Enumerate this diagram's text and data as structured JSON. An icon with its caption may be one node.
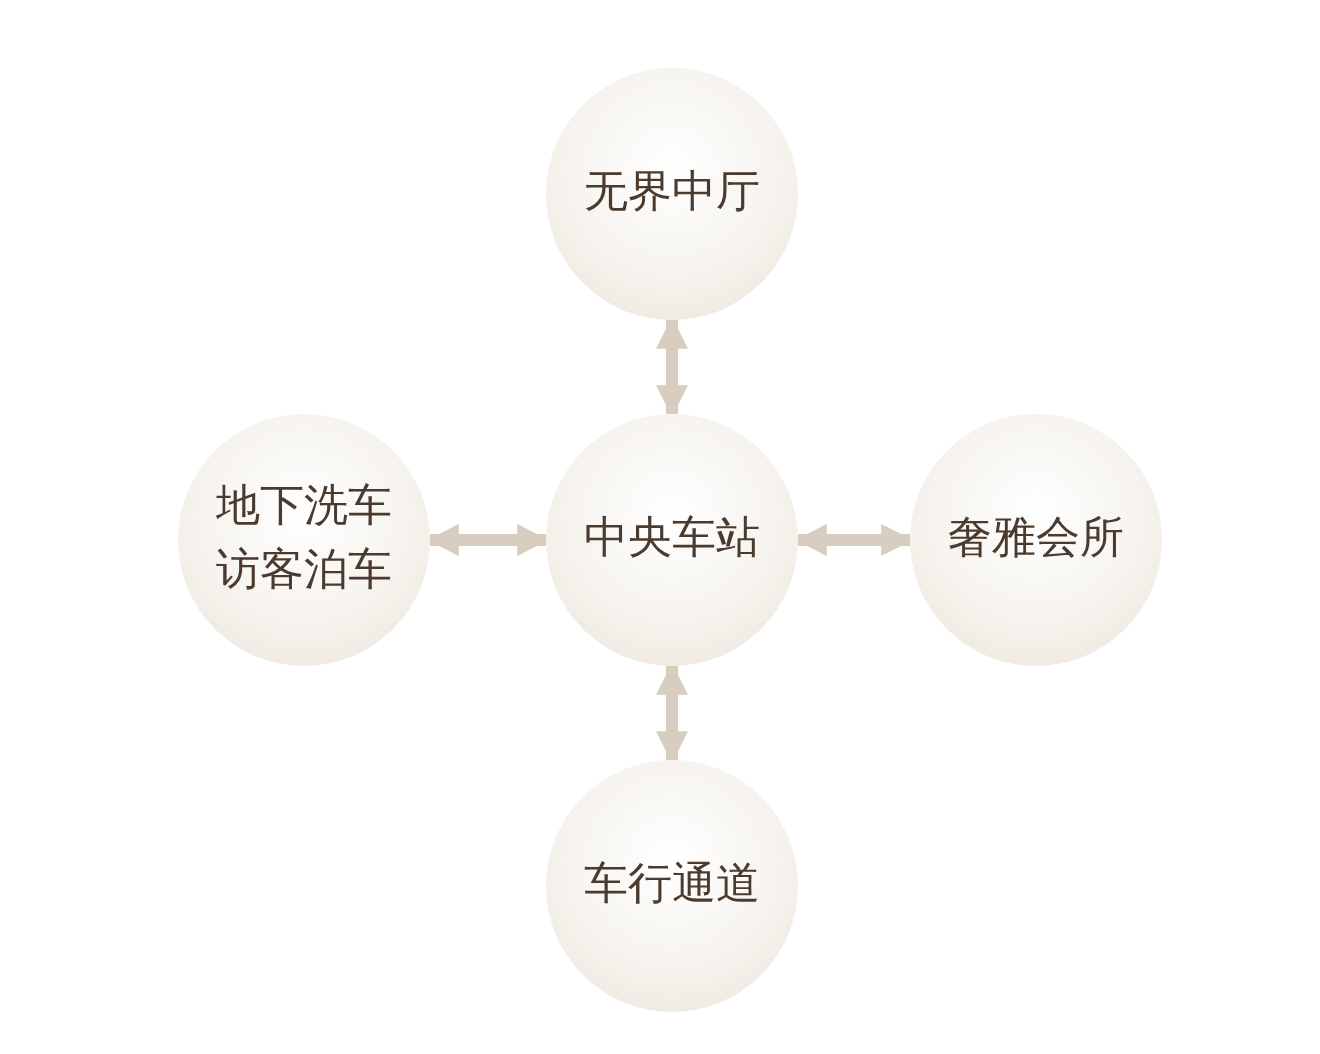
{
  "diagram": {
    "nodes": [
      {
        "text": [
          "无界中厅"
        ]
      },
      {
        "text": [
          "地下洗车访客泊车"
        ]
      },
      {
        "text": [
          "中央车站"
        ]
      },
      {
        "text": [
          "奢雅会所"
        ]
      },
      {
        "text": [
          "车行通道"
        ]
      }
    ],
    "edges": [
      {
        "from": 2,
        "to": 0,
        "arrow": "both"
      },
      {
        "from": 2,
        "to": 1,
        "arrow": "both"
      },
      {
        "from": 2,
        "to": 3,
        "arrow": "both"
      },
      {
        "from": 2,
        "to": 4,
        "arrow": "both"
      }
    ]
  }
}
